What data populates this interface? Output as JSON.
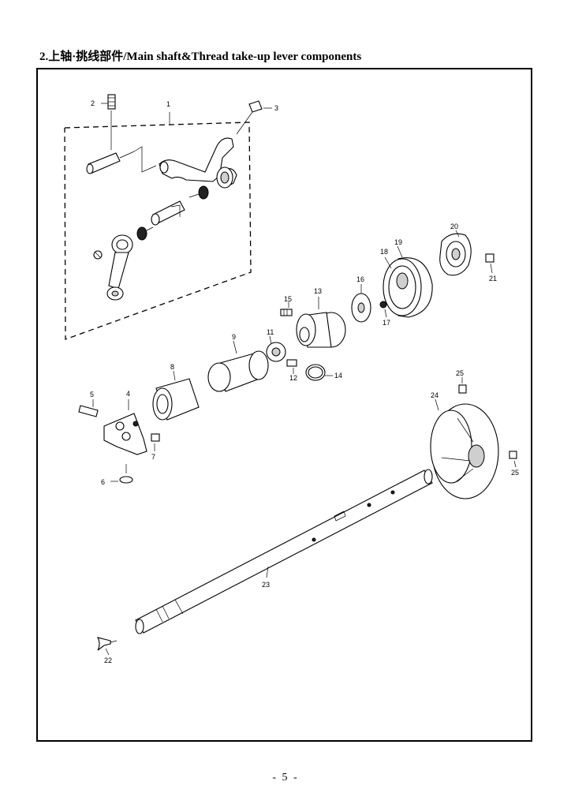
{
  "heading": "2.上轴·挑线部件/Main shaft&Thread take-up lever components",
  "page_number": "- 5 -",
  "callouts": [
    "1",
    "2",
    "3",
    "4",
    "5",
    "6",
    "7",
    "8",
    "9",
    "11",
    "12",
    "13",
    "14",
    "15",
    "16",
    "17",
    "18",
    "19",
    "20",
    "21",
    "22",
    "23",
    "24",
    "25",
    "25"
  ]
}
